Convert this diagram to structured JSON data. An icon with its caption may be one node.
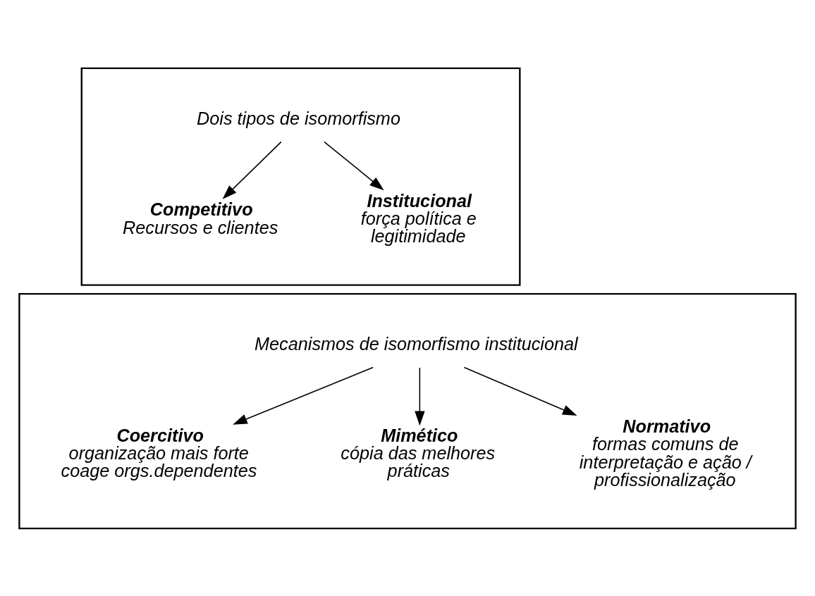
{
  "diagram": {
    "nodes": [
      {
        "text": [],
        "shape": "box"
      },
      {
        "text": [
          "Dois tipos de isomorfismo"
        ],
        "in": 0
      },
      {
        "text": [
          "Competitivo",
          "Recursos e clientes"
        ],
        "in": 0
      },
      {
        "text": [
          "Institucional",
          "força política e legitimidade"
        ],
        "in": 0
      },
      {
        "text": [],
        "shape": "box"
      },
      {
        "text": [
          "Mecanismos de isomorfismo institucional"
        ],
        "in": 4
      },
      {
        "text": [
          "Coercitivo",
          "organização mais forte coage orgs.dependentes"
        ],
        "in": 4
      },
      {
        "text": [
          "Mimético",
          "cópia das melhores práticas"
        ],
        "in": 4
      },
      {
        "text": [
          "Normativo",
          "formas comuns de interpretação e ação / profissionalização"
        ],
        "in": 4
      }
    ],
    "edges": [
      {
        "from": 1,
        "to": 2,
        "arrow": "to"
      },
      {
        "from": 1,
        "to": 3,
        "arrow": "to"
      },
      {
        "from": 5,
        "to": 6,
        "arrow": "to"
      },
      {
        "from": 5,
        "to": 7,
        "arrow": "to"
      },
      {
        "from": 5,
        "to": 8,
        "arrow": "to"
      }
    ]
  }
}
